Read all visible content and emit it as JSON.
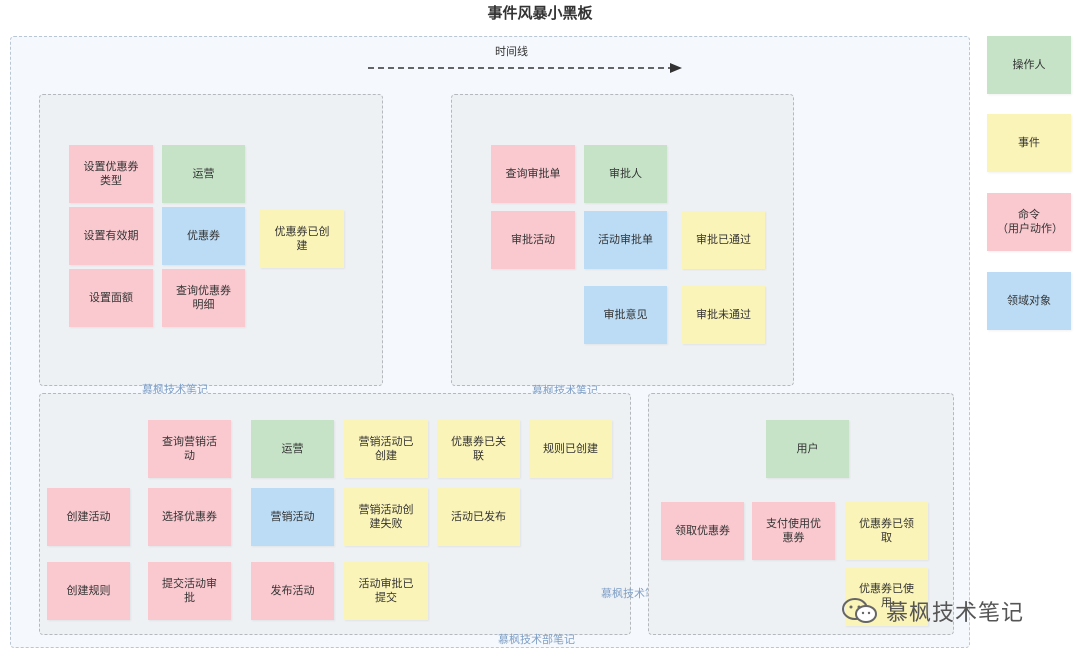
{
  "title": "事件风暴小黑板",
  "timeline_label": "时间线",
  "watermark": "慕枫技术笔记",
  "watermark_bottom": "慕枫技术部笔记",
  "brand_text": "慕枫技术笔记",
  "legend": {
    "actor": "操作人",
    "event": "事件",
    "command_line1": "命令",
    "command_line2": "（用户动作）",
    "domain_object": "领域对象"
  },
  "group_coupon": {
    "set_coupon_type": "设置优惠券类型",
    "set_validity": "设置有效期",
    "set_amount": "设置面额",
    "actor": "运营",
    "object": "优惠券",
    "query_detail": "查询优惠券明细",
    "event_created": "优惠券已创建"
  },
  "group_approval": {
    "query_approval": "查询审批单",
    "approver": "审批人",
    "approve_activity": "审批活动",
    "activity_approval_form": "活动审批单",
    "event_passed": "审批已通过",
    "approval_opinion": "审批意见",
    "event_rejected": "审批未通过"
  },
  "group_activity": {
    "query_activity": "查询营销活动",
    "actor": "运营",
    "event_created": "营销活动已创建",
    "event_coupon_linked": "优惠券已关联",
    "event_rule_created": "规则已创建",
    "create_activity": "创建活动",
    "select_coupon": "选择优惠券",
    "object": "营销活动",
    "event_create_failed": "营销活动创建失败",
    "event_published": "活动已发布",
    "create_rule": "创建规则",
    "submit_approval": "提交活动审批",
    "publish_activity": "发布活动",
    "event_submitted": "活动审批已提交"
  },
  "group_user": {
    "actor": "用户",
    "claim_coupon": "领取优惠券",
    "pay_with_coupon": "支付使用优惠券",
    "event_claimed": "优惠券已领取",
    "event_used": "优惠券已使用"
  },
  "colors": {
    "command": "#f9c9cf",
    "actor": "#c6e3c7",
    "domain_object": "#bcdcf5",
    "event": "#fbf4b8"
  }
}
